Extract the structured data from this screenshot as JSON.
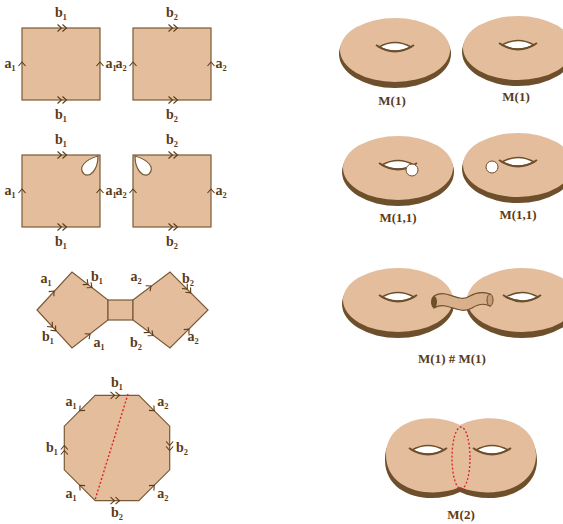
{
  "diagram": {
    "labels": [
      "b₁",
      "a₁",
      "a₁",
      "b₁",
      "b₂",
      "a₂",
      "a₂",
      "b₂",
      "b₁",
      "a₁",
      "a₁",
      "b₁",
      "b₂",
      "a₂",
      "a₂",
      "b₂",
      "a₁",
      "b₁",
      "b₁",
      "a₁",
      "a₂",
      "b₂",
      "b₂",
      "a₂",
      "b₁",
      "a₂",
      "b₂",
      "a₂",
      "b₂",
      "a₁",
      "b₁",
      "a₁",
      "M(1)",
      "M(1)",
      "M(1,1)",
      "M(1,1)",
      "M(1) # M(1)",
      "M(2)"
    ]
  }
}
